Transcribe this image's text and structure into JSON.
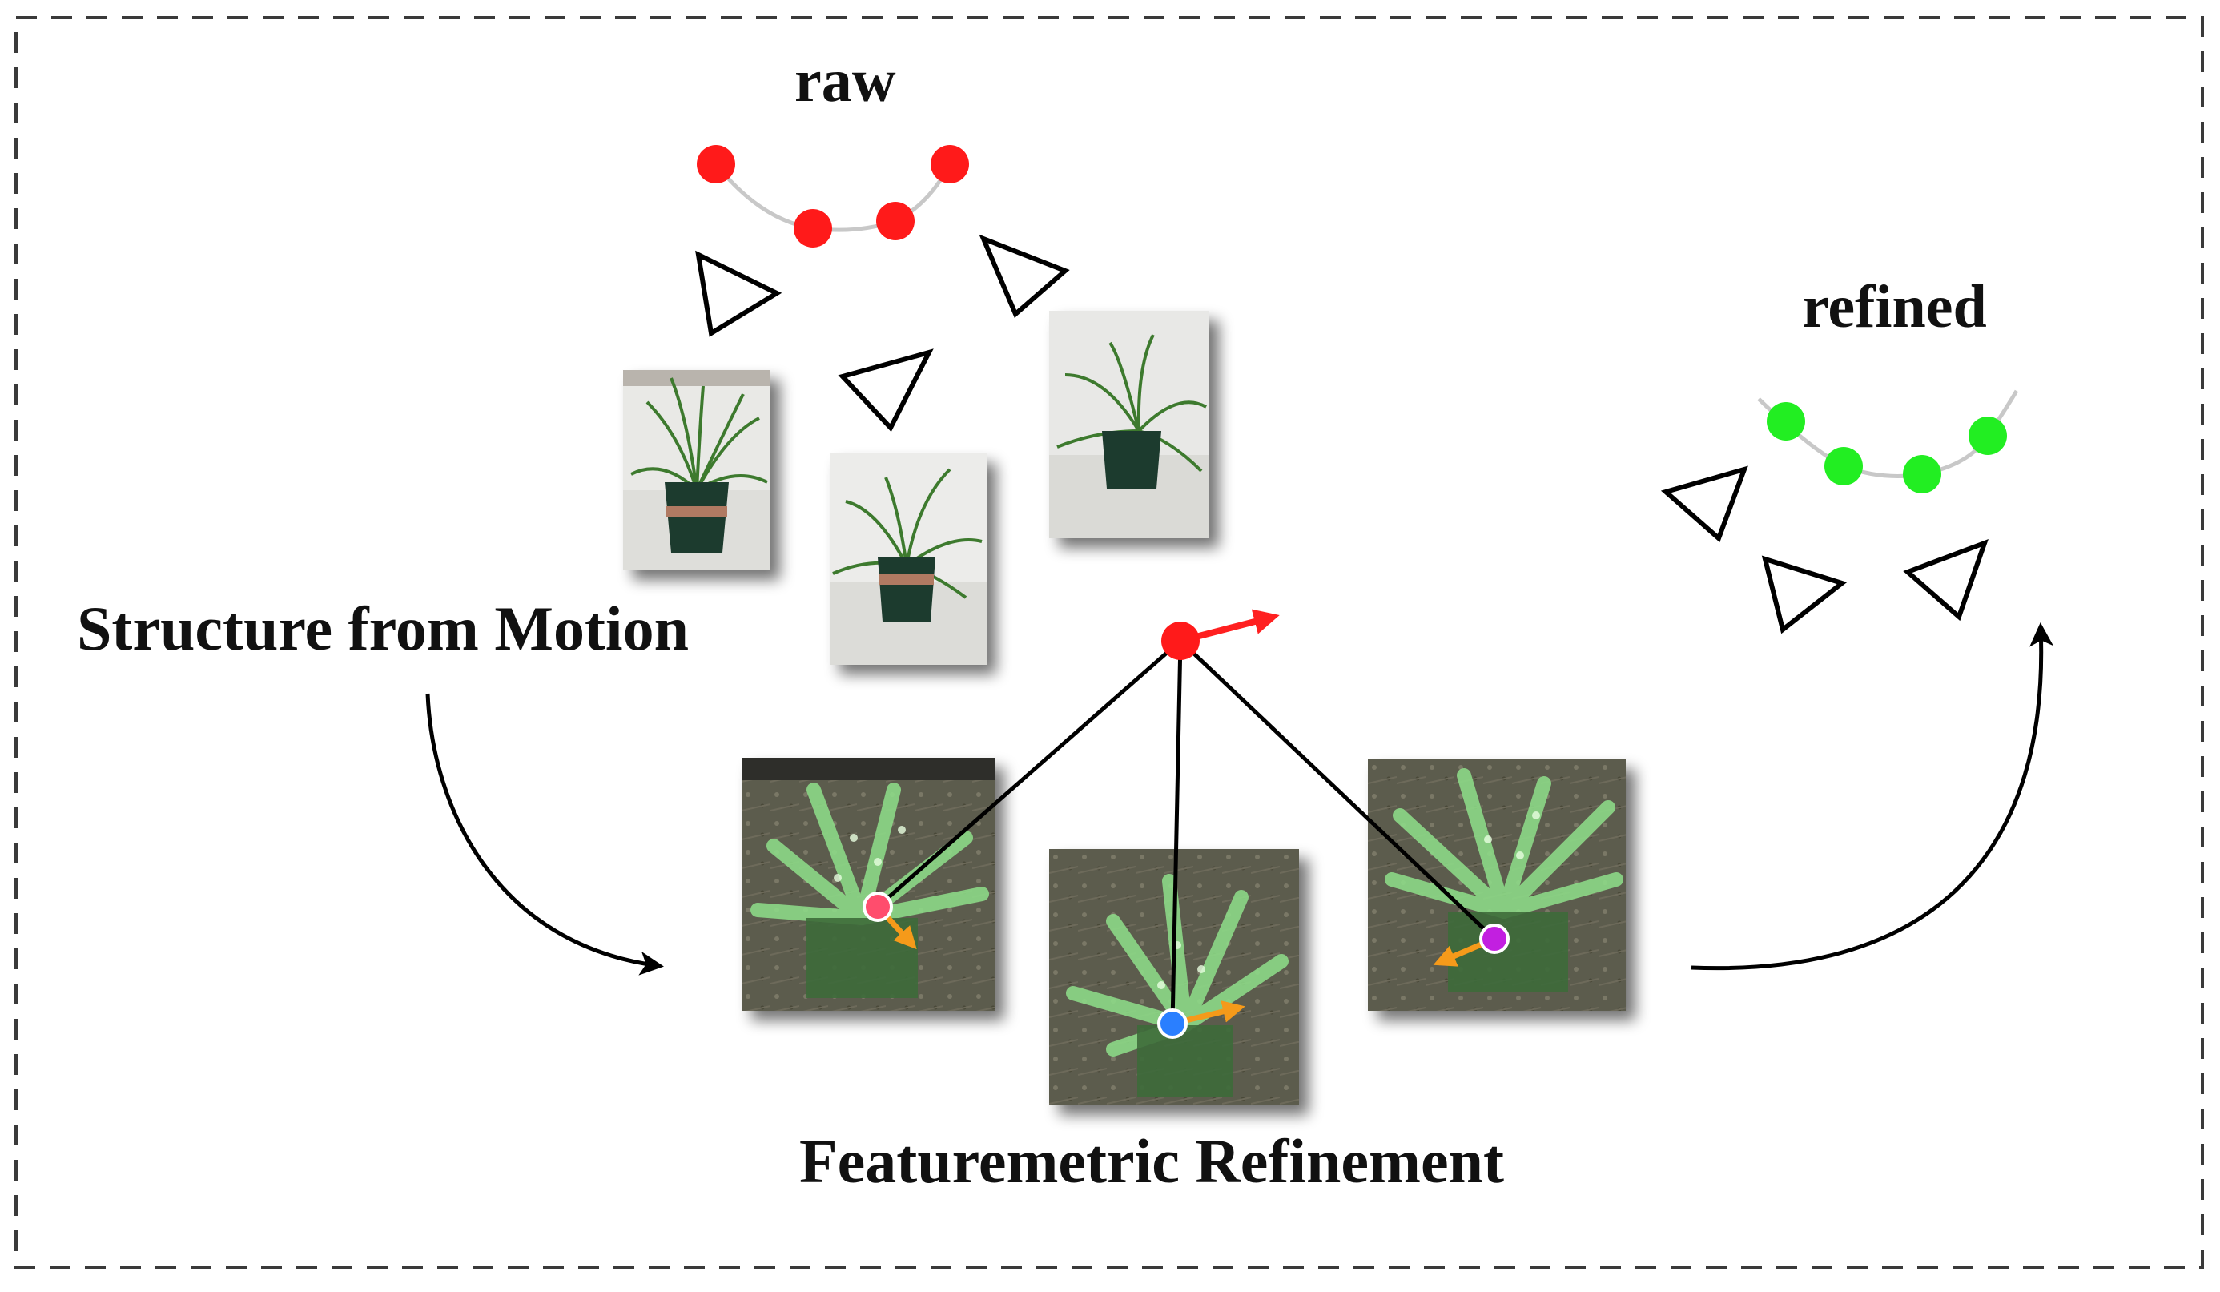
{
  "labels": {
    "raw": "raw",
    "refined": "refined",
    "sfm": "Structure from Motion",
    "featuremetric": "Featuremetric Refinement"
  },
  "colors": {
    "raw_point": "#ff1a1a",
    "refined_point": "#22ee22",
    "connector": "#c8c8c8",
    "flow_arrow": "#ff2020",
    "offset_arrow": "#f59a1a",
    "keypoint_left": "#ff4d6d",
    "keypoint_middle": "#2a7fff",
    "keypoint_right": "#c21fe0",
    "frame_border": "#3a3a3a",
    "feature_map_bg": "#5c5b4e",
    "feature_map_plant": "#6fcf6a"
  },
  "icons": [
    "camera-triangle-icon",
    "plant-photo",
    "feature-map"
  ]
}
